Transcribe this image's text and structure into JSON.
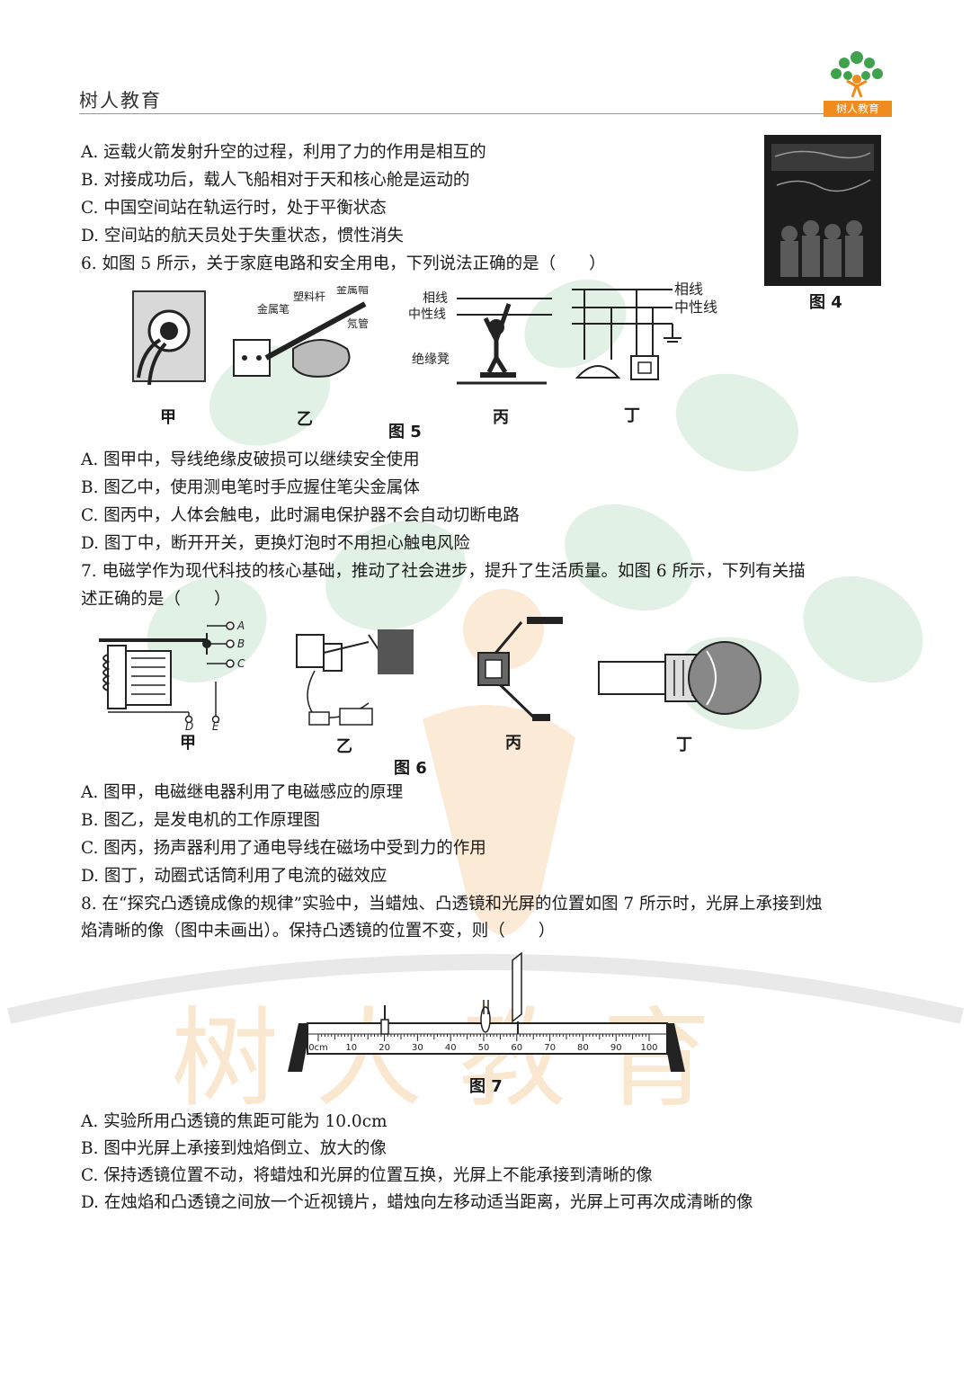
{
  "header": {
    "brand": "树人教育",
    "logo_label": "树人教育"
  },
  "watermark": "树人教育",
  "q5_options": [
    "A. 运载火箭发射升空的过程，利用了力的作用是相互的",
    "B. 对接成功后，载人飞船相对于天和核心舱是运动的",
    "C. 中国空间站在轨运行时，处于平衡状态",
    "D. 空间站的航天员处于失重状态，惯性消失"
  ],
  "fig4": {
    "caption": "图 4"
  },
  "q6": {
    "stem": "6. 如图 5 所示，关于家庭电路和安全用电，下列说法正确的是（　　）",
    "fig_caption": "图 5",
    "sub_labels": [
      "甲",
      "乙",
      "丙",
      "丁"
    ],
    "labels": {
      "metal_cap": "金属帽",
      "plastic_rod": "塑料杆",
      "metal_tip": "金属笔",
      "neon": "氖管",
      "live": "相线",
      "neutral": "中性线",
      "insulator": "绝缘凳"
    },
    "options": [
      "A. 图甲中，导线绝缘皮破损可以继续安全使用",
      "B. 图乙中，使用测电笔时手应握住笔尖金属体",
      "C. 图丙中，人体会触电，此时漏电保护器不会自动切断电路",
      "D. 图丁中，断开开关，更换灯泡时不用担心触电风险"
    ]
  },
  "q7": {
    "stem_line1": "7. 电磁学作为现代科技的核心基础，推动了社会进步，提升了生活质量。如图 6 所示，下列有关描",
    "stem_line2": "述正确的是（　　）",
    "fig_caption": "图 6",
    "sub_labels": [
      "甲",
      "乙",
      "丙",
      "丁"
    ],
    "terminals": [
      "A",
      "B",
      "C",
      "D",
      "E"
    ],
    "options": [
      "A. 图甲，电磁继电器利用了电磁感应的原理",
      "B. 图乙，是发电机的工作原理图",
      "C. 图丙，扬声器利用了通电导线在磁场中受到力的作用",
      "D. 图丁，动圈式话筒利用了电流的磁效应"
    ]
  },
  "q8": {
    "stem_line1": "8. 在“探究凸透镜成像的规律”实验中，当蜡烛、凸透镜和光屏的位置如图 7 所示时，光屏上承接到烛",
    "stem_line2": "焰清晰的像（图中未画出）。保持凸透镜的位置不变，则（　　）",
    "fig_caption": "图 7",
    "ruler_ticks": [
      "0cm",
      "10",
      "20",
      "30",
      "40",
      "50",
      "60",
      "70",
      "80",
      "90",
      "100"
    ],
    "options": [
      "A. 实验所用凸透镜的焦距可能为 10.0cm",
      "B. 图中光屏上承接到烛焰倒立、放大的像",
      "C. 保持透镜位置不动，将蜡烛和光屏的位置互换，光屏上不能承接到清晰的像",
      "D. 在烛焰和凸透镜之间放一个近视镜片，蜡烛向左移动适当距离，光屏上可再次成清晰的像"
    ]
  }
}
